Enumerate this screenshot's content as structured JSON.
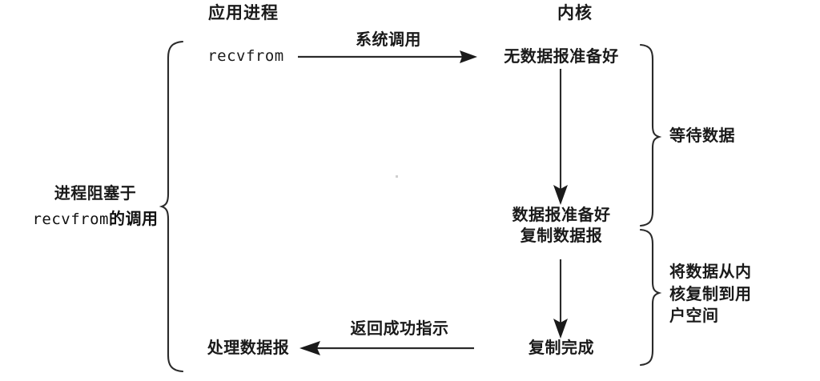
{
  "diagram": {
    "title_app": "应用进程",
    "title_kernel": "内核",
    "left_bracket_label_line1": "进程阻塞于",
    "left_bracket_label_line2_mono": "recvfrom",
    "left_bracket_label_line2_cjk": "的调用",
    "app_call": "recvfrom",
    "app_result": "处理数据报",
    "kernel_step1": "无数据报准备好",
    "kernel_step2_line1": "数据报准备好",
    "kernel_step2_line2": "复制数据报",
    "kernel_step3": "复制完成",
    "arrow_syscall_label": "系统调用",
    "arrow_return_label": "返回成功指示",
    "right_bracket1_label": "等待数据",
    "right_bracket2_label_line1": "将数据从内",
    "right_bracket2_label_line2": "核复制到用",
    "right_bracket2_label_line3": "户空间",
    "ink_color": "#1a1a1a",
    "background_color": "#ffffff"
  }
}
